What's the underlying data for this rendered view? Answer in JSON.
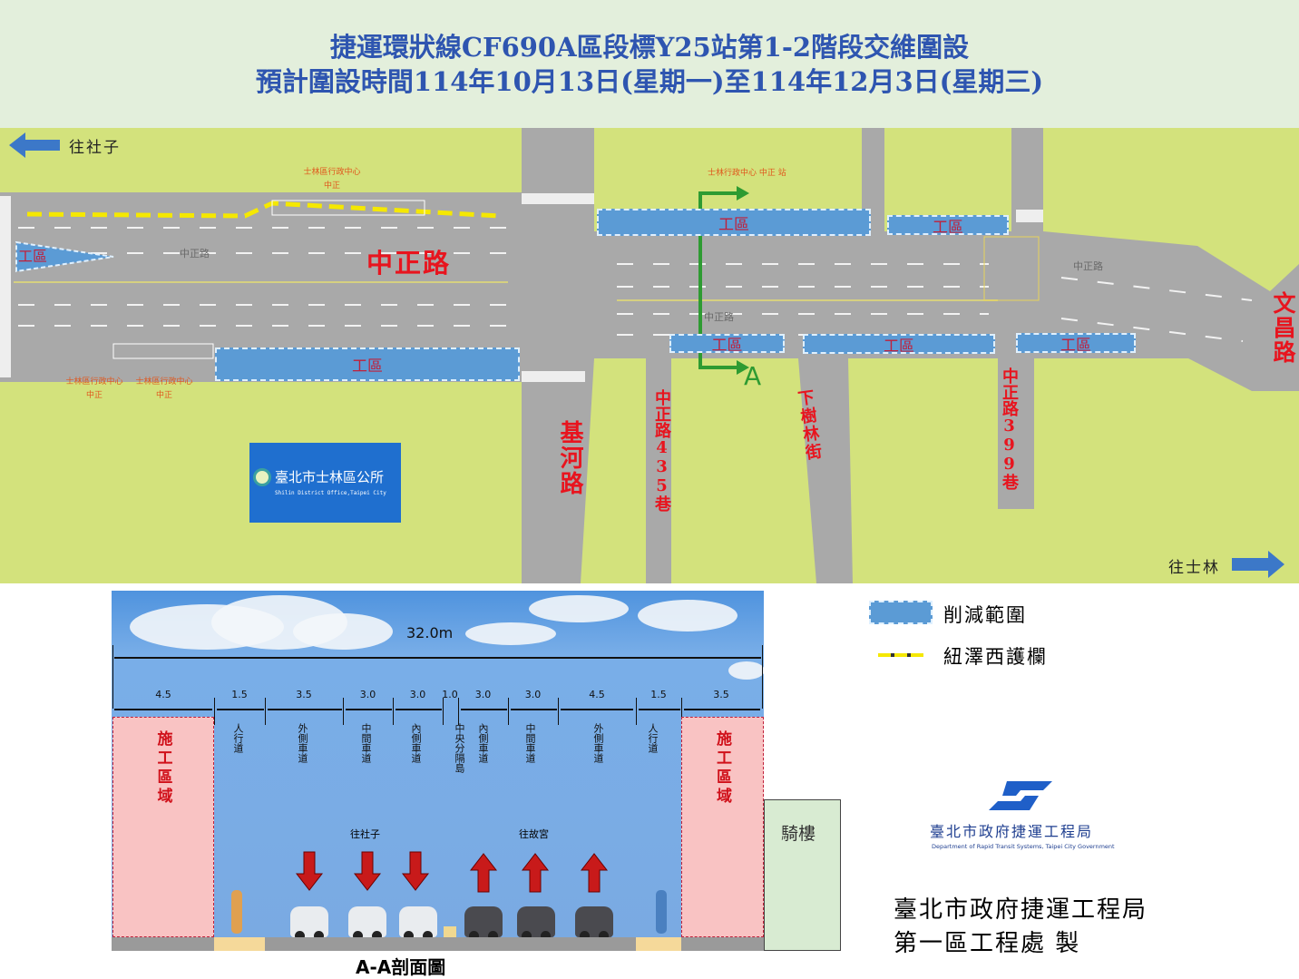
{
  "header": {
    "title_line1": "捷運環狀線CF690A區段標Y25站第1-2階段交維圍設",
    "title_line2": "預計圍設時間114年10月13日(星期一)至114年12月3日(星期三)"
  },
  "map": {
    "directions": {
      "west": "往社子",
      "east": "往士林"
    },
    "work_zone_label": "工區",
    "roads": {
      "main": "中正路",
      "jihe": "基河路",
      "lane435": "中正路435巷",
      "xiashulin": "下樹林街",
      "lane399": "中正路399巷",
      "wenchang": "文昌路"
    },
    "faded_road_label": "中正路",
    "bus_stops": [
      {
        "name": "士林區行政中心",
        "sub": "中正"
      },
      {
        "name": "士林區行政中心",
        "sub": "中正"
      },
      {
        "name": "士林區行政中心",
        "sub": "中正"
      },
      {
        "name": "士林行政中心 中正 站",
        "sub": ""
      }
    ],
    "section_marker": "A",
    "district_logo": {
      "name": "臺北市士林區公所",
      "english": "Shilin District Office,Taipei City"
    }
  },
  "section": {
    "total_width": "32.0m",
    "dimensions": [
      "4.5",
      "1.5",
      "3.5",
      "3.0",
      "3.0",
      "1.0",
      "3.0",
      "3.0",
      "4.5",
      "1.5",
      "3.5"
    ],
    "lanes": [
      "人行道",
      "外側車道",
      "中間車道",
      "內側車道",
      "中央分隔島",
      "內側車道",
      "中間車道",
      "外側車道",
      "人行道"
    ],
    "work_area": "施工區域",
    "arcade": "騎樓",
    "dir_west": "往社子",
    "dir_east": "往故宮",
    "caption": "A-A剖面圖"
  },
  "legend": {
    "reduction": "削減範圍",
    "barrier": "紐澤西護欄"
  },
  "credits": {
    "dept_logo_cn": "臺北市政府捷運工程局",
    "dept_logo_en": "Department of Rapid Transit Systems, Taipei City Government",
    "line1": "臺北市政府捷運工程局",
    "line2": "第一區工程處 製"
  },
  "colors": {
    "work_zone": "#5b9bd5",
    "road_name": "#e8141e",
    "title": "#2e55b0",
    "grass": "#d3e27c"
  }
}
